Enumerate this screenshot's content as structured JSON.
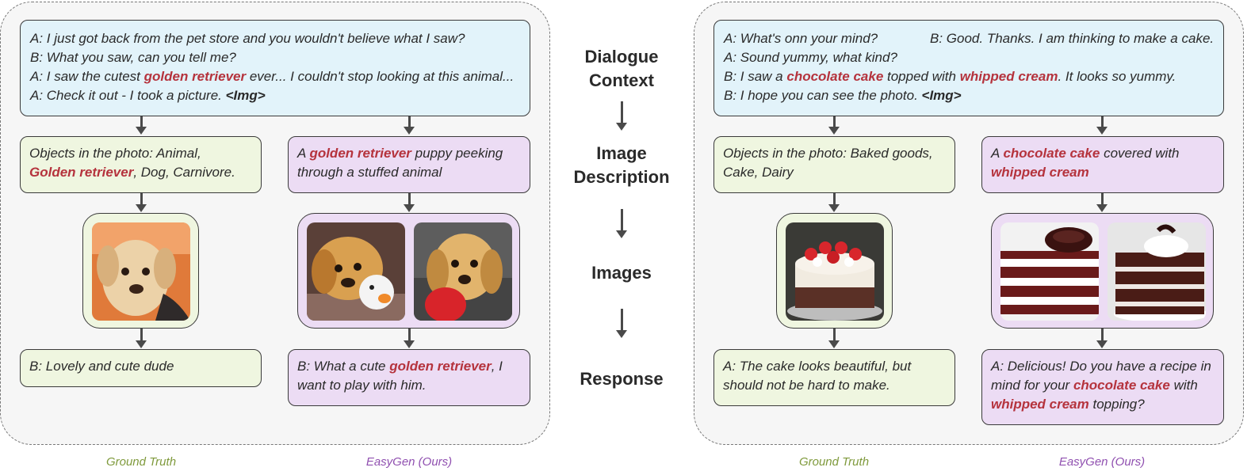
{
  "stages": [
    "Dialogue",
    "Context",
    "Image",
    "Description",
    "Images",
    "Response"
  ],
  "captions": {
    "ground_truth": "Ground Truth",
    "easygen": "EasyGen (Ours)"
  },
  "left": {
    "context": {
      "l1": "A: I just got back from the pet store and you wouldn't believe what I saw?",
      "l2": "B: What you saw, can you tell me?",
      "l3a": "A: I saw the cutest ",
      "l3hl": "golden retriever",
      "l3b": " ever... I couldn't stop looking at this animal...",
      "l4a": "A: Check it out - I took a picture. ",
      "l4tag": "<Img>"
    },
    "gt_desc": {
      "a": "Objects in the photo: Animal,",
      "hl": "Golden retriever",
      "b": ", Dog, Carnivore."
    },
    "ez_desc": {
      "a": "A ",
      "hl": "golden retriever",
      "b": " puppy peeking",
      "c": "through a stuffed animal"
    },
    "gt_resp": {
      "a": "B: Lovely and cute dude"
    },
    "ez_resp": {
      "a": "B: What a cute ",
      "hl": "golden retriever",
      "b": ", I",
      "c": "want to play with him."
    }
  },
  "right": {
    "context": {
      "l1": "A: What's onn your mind?",
      "l1b": "B: Good. Thanks. I am thinking to make a cake.",
      "l2": "A: Sound yummy, what kind?",
      "l3a": "B: I saw a ",
      "l3hl1": "chocolate cake",
      "l3b": " topped with ",
      "l3hl2": "whipped cream",
      "l3c": ". It looks so yummy.",
      "l4a": "B: I hope you can see the photo. ",
      "l4tag": "<Img>"
    },
    "gt_desc": {
      "a": "Objects in the photo: Baked goods,",
      "b": "Cake, Dairy"
    },
    "ez_desc": {
      "a": "A ",
      "hl1": "chocolate cake",
      "b": " covered with",
      "hl2": "whipped cream"
    },
    "gt_resp": {
      "a": "A: The cake looks beautiful, but",
      "b": "should not be hard to make."
    },
    "ez_resp": {
      "a": "A: Delicious! Do you have a recipe in",
      "b": "mind for your ",
      "hl1": "chocolate cake",
      "c": " with",
      "hl2": "whipped cream",
      "d": " topping?"
    }
  },
  "colors": {
    "highlight": "#b5333d",
    "context_bg": "#e2f3fa",
    "gt_bg": "#eff6e0",
    "easygen_bg": "#ecdcf4"
  },
  "images": [
    "dog-photo-icon",
    "dog-with-toy-icon",
    "dog-with-red-toy-icon",
    "strawberry-cake-icon",
    "layered-chocolate-cake-icon",
    "chocolate-cake-cream-icon"
  ]
}
